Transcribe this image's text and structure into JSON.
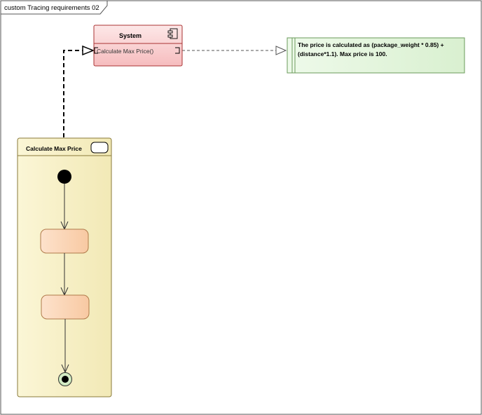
{
  "frame": {
    "title": "custom Tracing requirements 02"
  },
  "component": {
    "name": "System",
    "operation": "Calculate Max Price()",
    "icon": "component-icon",
    "fill_top": "#fde4e4",
    "fill_bottom": "#f5b9bb"
  },
  "note": {
    "line1": "The price is calculated as (package_weight * 0.85) +",
    "line2": "(distance*1.1). Max price is 100.",
    "fill": "#e4f5de"
  },
  "activity": {
    "name": "Calculate Max Price",
    "fill": "#f9f3c9",
    "action_fill": "#fbd7b8"
  }
}
